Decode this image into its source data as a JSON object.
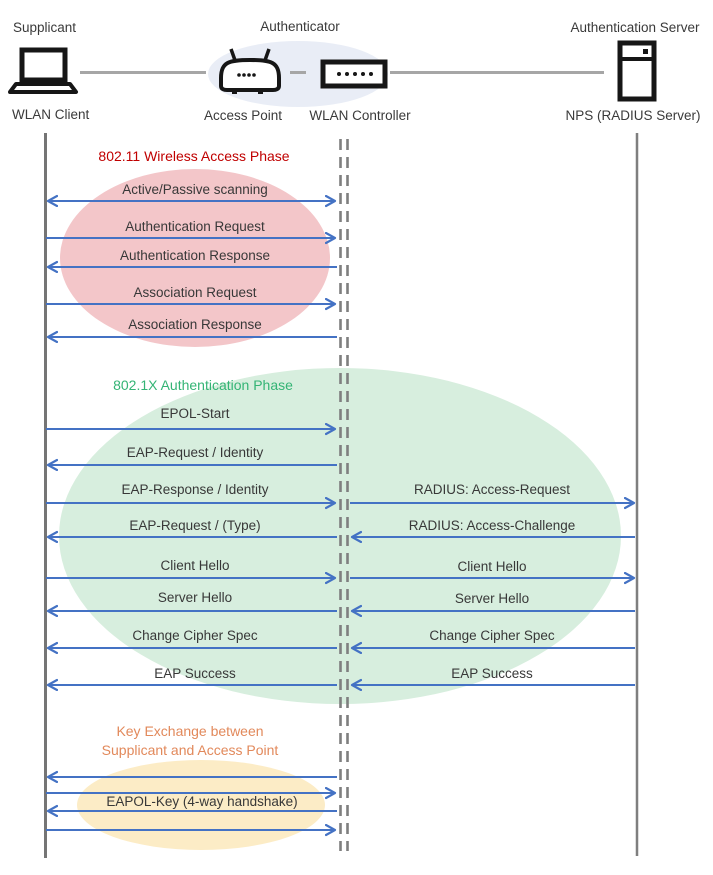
{
  "header": {
    "supplicant_role": "Supplicant",
    "authenticator_role": "Authenticator",
    "server_role": "Authentication Server",
    "wlan_client": "WLAN Client",
    "access_point": "Access Point",
    "wlan_controller": "WLAN Controller",
    "nps_server": "NPS (RADIUS Server)"
  },
  "phases": {
    "p80211": {
      "title": "802.11 Wireless Access Phase",
      "color": "#C00000"
    },
    "p8021x": {
      "title": "802.1X Authentication Phase",
      "color": "#34B475"
    },
    "key_exchange": {
      "line1": "Key Exchange between",
      "line2": "Supplicant and Access Point",
      "color": "#E2895B"
    }
  },
  "messages": {
    "left": [
      {
        "label": "Active/Passive scanning",
        "direction": "both"
      },
      {
        "label": "Authentication Request",
        "direction": "right"
      },
      {
        "label": "Authentication Response",
        "direction": "left"
      },
      {
        "label": "Association Request",
        "direction": "right"
      },
      {
        "label": "Association Response",
        "direction": "left"
      },
      {
        "label": "EPOL-Start",
        "direction": "right"
      },
      {
        "label": "EAP-Request / Identity",
        "direction": "left"
      },
      {
        "label": "EAP-Response / Identity",
        "direction": "right"
      },
      {
        "label": "EAP-Request / (Type)",
        "direction": "left"
      },
      {
        "label": "Client Hello",
        "direction": "right"
      },
      {
        "label": "Server Hello",
        "direction": "left"
      },
      {
        "label": "Change Cipher Spec",
        "direction": "left"
      },
      {
        "label": "EAP Success",
        "direction": "left"
      },
      {
        "label": "",
        "direction": "left"
      },
      {
        "label": "",
        "direction": "right"
      },
      {
        "label": "EAPOL-Key (4-way handshake)",
        "direction": "left"
      },
      {
        "label": "",
        "direction": "right"
      }
    ],
    "right": [
      {
        "label": "RADIUS: Access-Request",
        "direction": "right"
      },
      {
        "label": "RADIUS: Access-Challenge",
        "direction": "left"
      },
      {
        "label": "Client Hello",
        "direction": "right"
      },
      {
        "label": "Server Hello",
        "direction": "left"
      },
      {
        "label": "Change Cipher Spec",
        "direction": "left"
      },
      {
        "label": "EAP Success",
        "direction": "left"
      }
    ]
  },
  "colors": {
    "arrow": "#4472C4",
    "lifeline": "#7A7A7A",
    "phase_80211_fill": "#F3C6C9",
    "phase_8021x_fill": "#D7EEDE",
    "key_exchange_fill": "#FCECC6",
    "authenticator_ellipse_fill": "#E9EDF6"
  }
}
